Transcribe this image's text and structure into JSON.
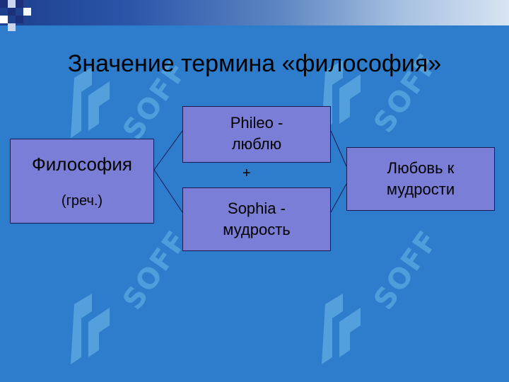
{
  "title": "Значение термина «философия»",
  "nodes": {
    "philosophy": {
      "label": "Философия",
      "sublabel": "(греч.)"
    },
    "phileo": {
      "line1": "Phileo -",
      "line2": "люблю"
    },
    "sophia": {
      "line1": "Sophia -",
      "line2": "мудрость"
    },
    "result": {
      "line1": "Любовь к",
      "line2": "мудрости"
    }
  },
  "operator": "+",
  "watermark": "SOFF",
  "colors": {
    "background": "#2e7ccc",
    "box_fill": "#7a7ed6",
    "box_border": "#1a1a55"
  }
}
